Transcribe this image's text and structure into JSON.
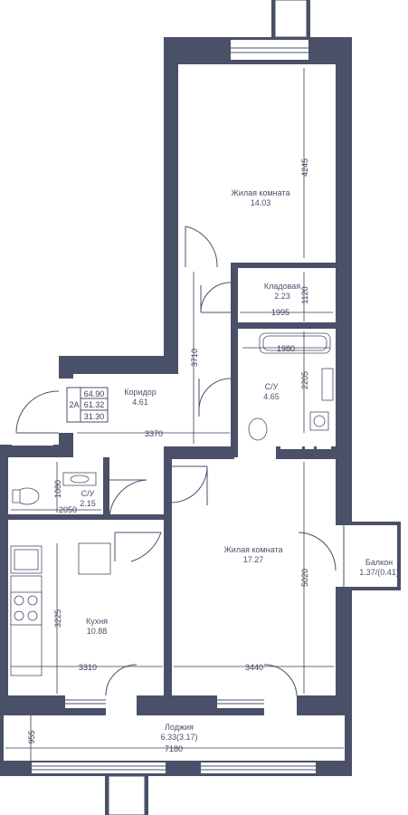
{
  "rooms": {
    "living1": {
      "name": "Жилая комната",
      "area": "14.03"
    },
    "storage": {
      "name": "Кладовая",
      "area": "2.23"
    },
    "corridor": {
      "name": "Коридор",
      "area": "4.61"
    },
    "bath_big": {
      "name": "С/У",
      "area": "4.65"
    },
    "bath_small": {
      "name": "С/У",
      "area": "2.15"
    },
    "kitchen": {
      "name": "Кухня",
      "area": "10.88"
    },
    "living2": {
      "name": "Жилая комната",
      "area": "17.27"
    },
    "balcony": {
      "name": "Балкон",
      "area": "1.37/(0.41)"
    },
    "loggia": {
      "name": "Лоджия",
      "area": "6.33(3.17)"
    }
  },
  "summary": {
    "type": "2А",
    "total": "64.90",
    "with_coef": "61.32",
    "living": "31.30"
  },
  "dimensions": {
    "d4245": "4245",
    "d1120": "1120",
    "d1995": "1995",
    "d1980": "1980",
    "d3710": "3710",
    "d2205": "2205",
    "d3370": "3370",
    "d1080": "1080",
    "d2050": "2050",
    "d3225": "3225",
    "d5020": "5020",
    "d3310": "3310",
    "d3440": "3440",
    "d955": "955",
    "d7180": "7180"
  },
  "colors": {
    "wall": "#4a5068",
    "background": "#ffffff"
  }
}
